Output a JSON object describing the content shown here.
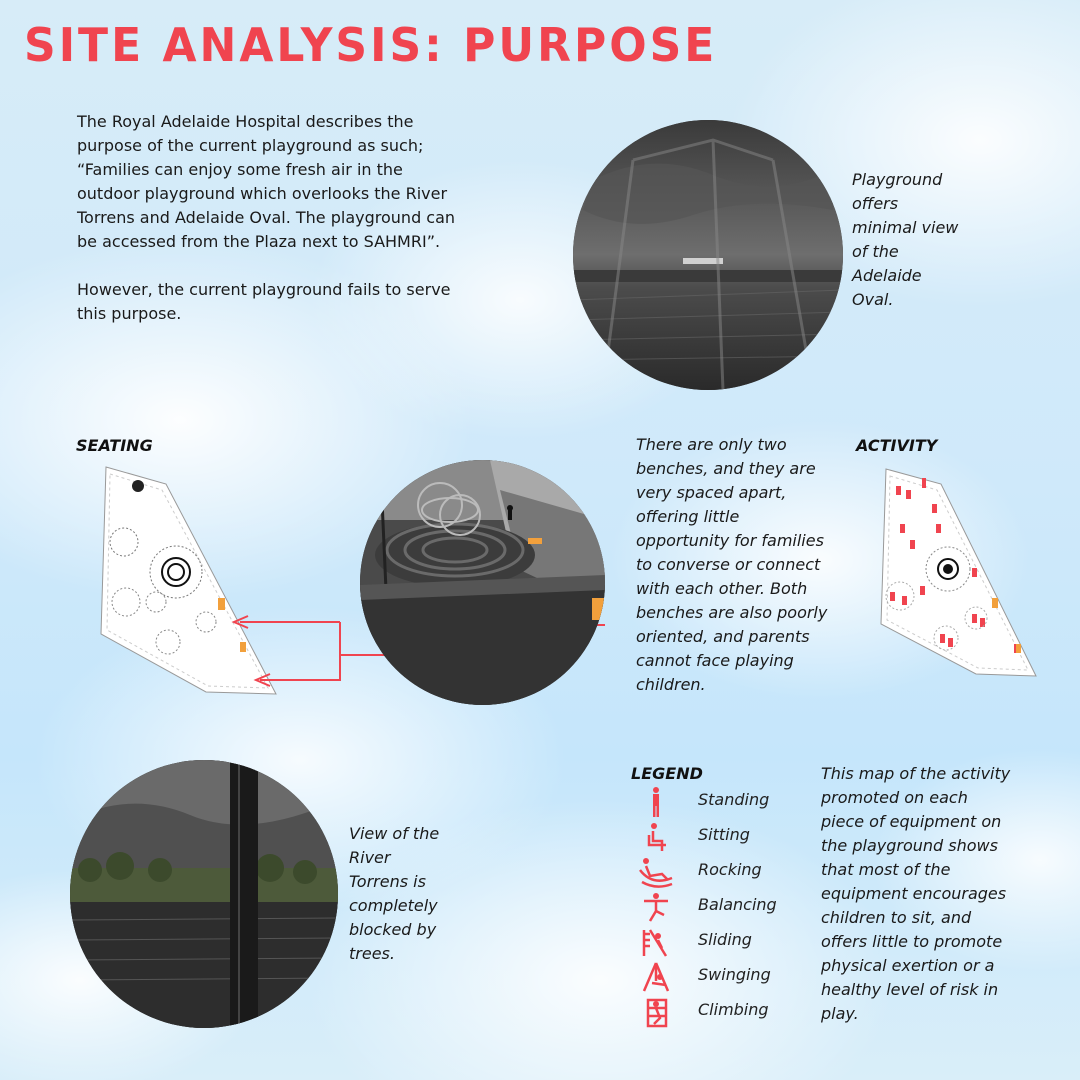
{
  "title": "SITE ANALYSIS: PURPOSE",
  "intro": {
    "paragraph1": "The Royal Adelaide Hospital describes the purpose of the current playground as such; “Families can enjoy some fresh air in the outdoor playground which overlooks the River Torrens and Adelaide Oval. The playground can be accessed from the Plaza next to SAHMRI”.",
    "paragraph2": "However, the current playground fails to serve this purpose."
  },
  "oval_view_caption": "Playground offers minimal view of the Adelaide Oval.",
  "seating": {
    "heading": "SEATING",
    "description": "There are only two benches, and they are very spaced apart, offering little opportunity for families to converse or connect with each other. Both benches are also poorly oriented, and parents cannot face playing children."
  },
  "activity": {
    "heading": "ACTIVITY"
  },
  "river_view_caption": "View of the River Torrens is completely blocked by trees.",
  "legend": {
    "heading": "LEGEND",
    "items": [
      {
        "label": "Standing",
        "icon": "standing-icon"
      },
      {
        "label": "Sitting",
        "icon": "sitting-icon"
      },
      {
        "label": "Rocking",
        "icon": "rocking-icon"
      },
      {
        "label": "Balancing",
        "icon": "balancing-icon"
      },
      {
        "label": "Sliding",
        "icon": "sliding-icon"
      },
      {
        "label": "Swinging",
        "icon": "swinging-icon"
      },
      {
        "label": "Climbing",
        "icon": "climbing-icon"
      }
    ]
  },
  "activity_map_caption": "This map of the activity promoted on each piece of equipment on the playground shows that most of the equipment encourages children to sit, and offers little to promote physical exertion or a healthy level of risk in play.",
  "colors": {
    "accent": "#f0444f",
    "bench": "#f2a03c"
  }
}
